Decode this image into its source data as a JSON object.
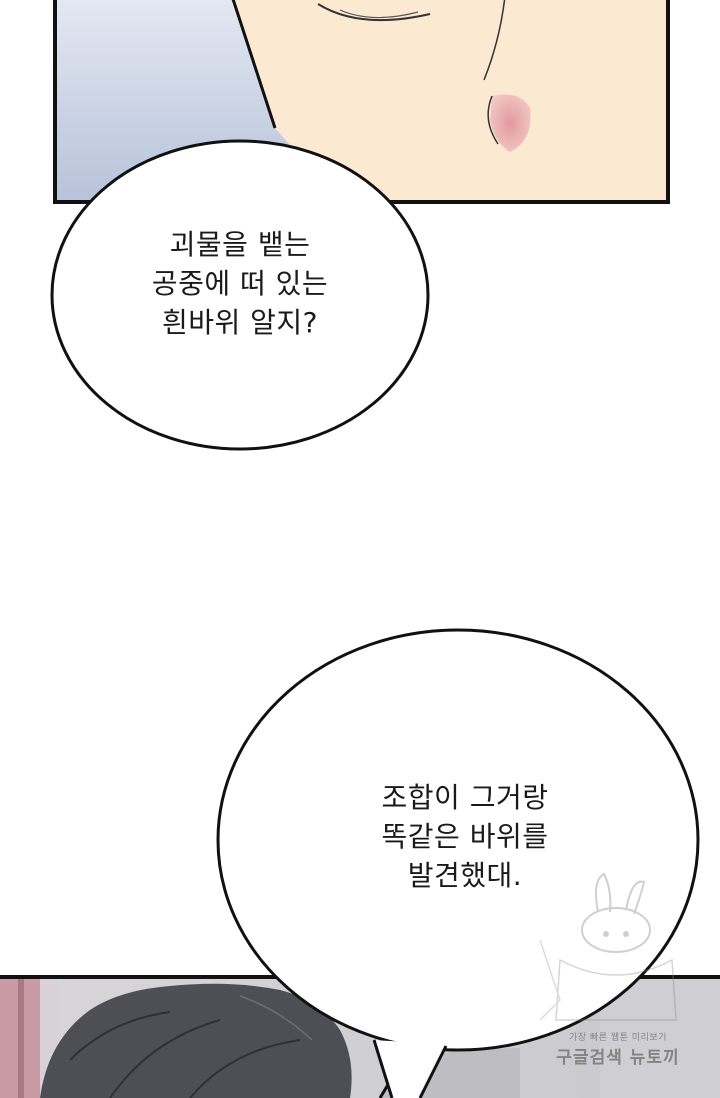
{
  "panels": {
    "top": {
      "description_colors": {
        "skin": "#fbe9d1",
        "background": "#c3cde0",
        "blush": "#e8a9ae",
        "border": "#111111"
      }
    },
    "bottom": {
      "description_colors": {
        "hair": "#4d4f55",
        "background": "#c9c9cd",
        "border": "#111111"
      }
    }
  },
  "bubbles": [
    {
      "lines": [
        "괴물을 뱉는",
        "공중에 떠 있는",
        "흰바위 알지?"
      ]
    },
    {
      "lines": [
        "조합이 그거랑",
        "똑같은 바위를",
        "발견했대."
      ]
    }
  ],
  "watermark": {
    "small_text": "가장 빠른 웹툰 미리보기",
    "big_text": "구글검색 뉴토끼",
    "icon": "rabbit-girl-mascot-icon"
  }
}
